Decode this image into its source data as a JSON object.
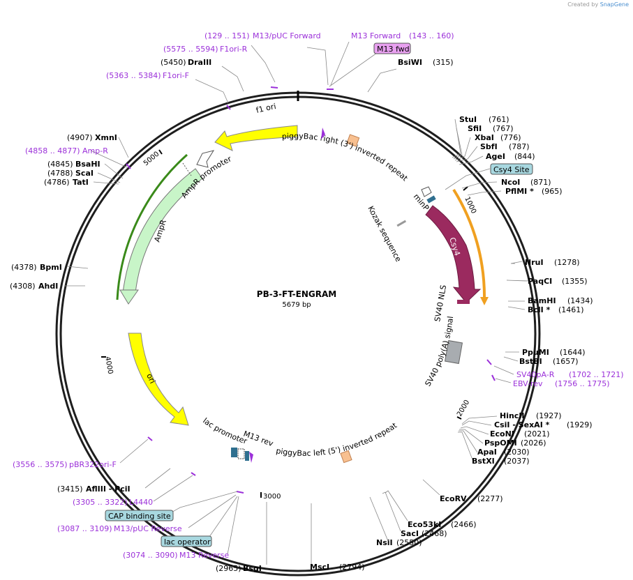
{
  "credit": {
    "prefix": "Created by",
    "brand": "SnapGene"
  },
  "plasmid": {
    "name": "PB-3-FT-ENGRAM",
    "length_label": "5679 bp",
    "length_bp": 5679
  },
  "ticks": [
    "1000",
    "2000",
    "3000",
    "4000",
    "5000"
  ],
  "colors": {
    "primer": "#9b30d9",
    "enzyme": "#000000",
    "yellow": "#ffff00",
    "green": "#c8f5c8",
    "csy4": "#9b2a5f",
    "ori": "#ffff00",
    "repeat": "#f8c090",
    "gray": "#a8acb0",
    "label_box": "#a8d8e0",
    "primer_box": "#e8a0f0"
  },
  "enzymes": [
    {
      "name": "BsiWI",
      "pos": "(315)"
    },
    {
      "name": "StuI",
      "pos": "(761)"
    },
    {
      "name": "SfiI",
      "pos": "(767)"
    },
    {
      "name": "XbaI",
      "pos": "(776)"
    },
    {
      "name": "SbfI",
      "pos": "(787)"
    },
    {
      "name": "AgeI",
      "pos": "(844)"
    },
    {
      "name": "NcoI",
      "pos": "(871)"
    },
    {
      "name": "PflMI *",
      "pos": "(965)"
    },
    {
      "name": "NruI",
      "pos": "(1278)"
    },
    {
      "name": "PaqCI",
      "pos": "(1355)"
    },
    {
      "name": "BamHI",
      "pos": "(1434)"
    },
    {
      "name": "BclI *",
      "pos": "(1461)"
    },
    {
      "name": "PpuMI",
      "pos": "(1644)"
    },
    {
      "name": "BstBI",
      "pos": "(1657)"
    },
    {
      "name": "HincII",
      "pos": "(1927)"
    },
    {
      "name": "CsiI - SexAI *",
      "pos": "(1929)"
    },
    {
      "name": "EcoNI",
      "pos": "(2021)"
    },
    {
      "name": "PspOMI",
      "pos": "(2026)"
    },
    {
      "name": "ApaI",
      "pos": "(2030)"
    },
    {
      "name": "BstXI",
      "pos": "(2037)"
    },
    {
      "name": "EcoRV",
      "pos": "(2277)"
    },
    {
      "name": "Eco53kI",
      "pos": "(2466)"
    },
    {
      "name": "SacI",
      "pos": "(2468)"
    },
    {
      "name": "NsiI",
      "pos": "(2550)"
    },
    {
      "name": "MscI",
      "pos": "(2794)"
    },
    {
      "name": "BsgI",
      "pos": "(2965)"
    },
    {
      "name": "AflIII - PciI",
      "pos": "(3415)"
    },
    {
      "name": "AhdI",
      "pos": "(4308)"
    },
    {
      "name": "BpmI",
      "pos": "(4378)"
    },
    {
      "name": "TatI",
      "pos": "(4786)"
    },
    {
      "name": "ScaI",
      "pos": "(4788)"
    },
    {
      "name": "BsaHI",
      "pos": "(4845)"
    },
    {
      "name": "XmnI",
      "pos": "(4907)"
    },
    {
      "name": "DraIII",
      "pos": "(5450)"
    }
  ],
  "primers": [
    {
      "range": "(129 .. 151)",
      "name": "M13/pUC Forward"
    },
    {
      "range": "(143 .. 160)",
      "name": "M13 Forward"
    },
    {
      "range": "(5575 .. 5594)",
      "name": "F1ori-R"
    },
    {
      "range": "(5363 .. 5384)",
      "name": "F1ori-F"
    },
    {
      "range": "(4858 .. 4877)",
      "name": "Amp-R"
    },
    {
      "range": "(1702 .. 1721)",
      "name": "SV40pA-R"
    },
    {
      "range": "(1756 .. 1775)",
      "name": "EBV-rev"
    },
    {
      "range": "(3556 .. 3575)",
      "name": "pBR322ori-F"
    },
    {
      "range": "(3305 .. 3322)",
      "name": "L4440"
    },
    {
      "range": "(3087 .. 3109)",
      "name": "M13/pUC Reverse"
    },
    {
      "range": "(3074 .. 3090)",
      "name": "M13 Reverse"
    }
  ],
  "boxed": {
    "m13_fwd": "M13 fwd",
    "csy4_site": "Csy4 Site",
    "cap": "CAP binding site",
    "lac_op": "lac operator"
  },
  "features": {
    "f1_ori": "f1 ori",
    "pb_right": "piggyBac right (3') inverted repeat",
    "minp": "minP",
    "kozak": "Kozak sequence",
    "csy4": "Csy4",
    "sv40_nls": "SV40 NLS",
    "sv40_polya": "SV40 poly(A) signal",
    "pb_left": "piggyBac left (5') inverted repeat",
    "m13_rev": "M13 rev",
    "lac_promoter": "lac promoter",
    "ori": "ori",
    "ampr": "AmpR",
    "ampr_promoter": "AmpR promoter"
  }
}
